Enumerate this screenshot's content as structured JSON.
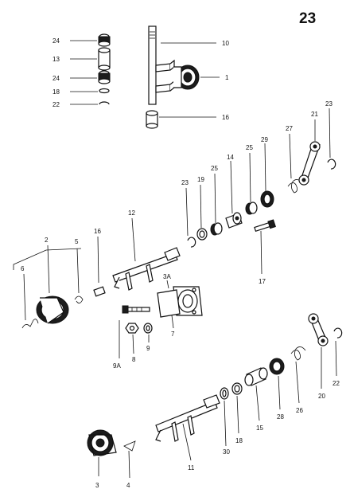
{
  "page_number": "23",
  "labels": {
    "l1": "1",
    "l2": "2",
    "l3": "3",
    "l3a": "3A",
    "l4": "4",
    "l5": "5",
    "l6": "6",
    "l7": "7",
    "l8": "8",
    "l9": "9",
    "l9a": "9A",
    "l10": "10",
    "l11": "11",
    "l12": "12",
    "l13": "13",
    "l14": "14",
    "l15": "15",
    "l16a": "16",
    "l16b": "16",
    "l17": "17",
    "l18a": "18",
    "l18b": "18",
    "l19": "19",
    "l20": "20",
    "l21": "21",
    "l22a": "22",
    "l22b": "22",
    "l23a": "23",
    "l23b": "23",
    "l24a": "24",
    "l24b": "24",
    "l25a": "25",
    "l25b": "25",
    "l26": "26",
    "l27": "27",
    "l28": "28",
    "l29": "29",
    "l30": "30"
  }
}
